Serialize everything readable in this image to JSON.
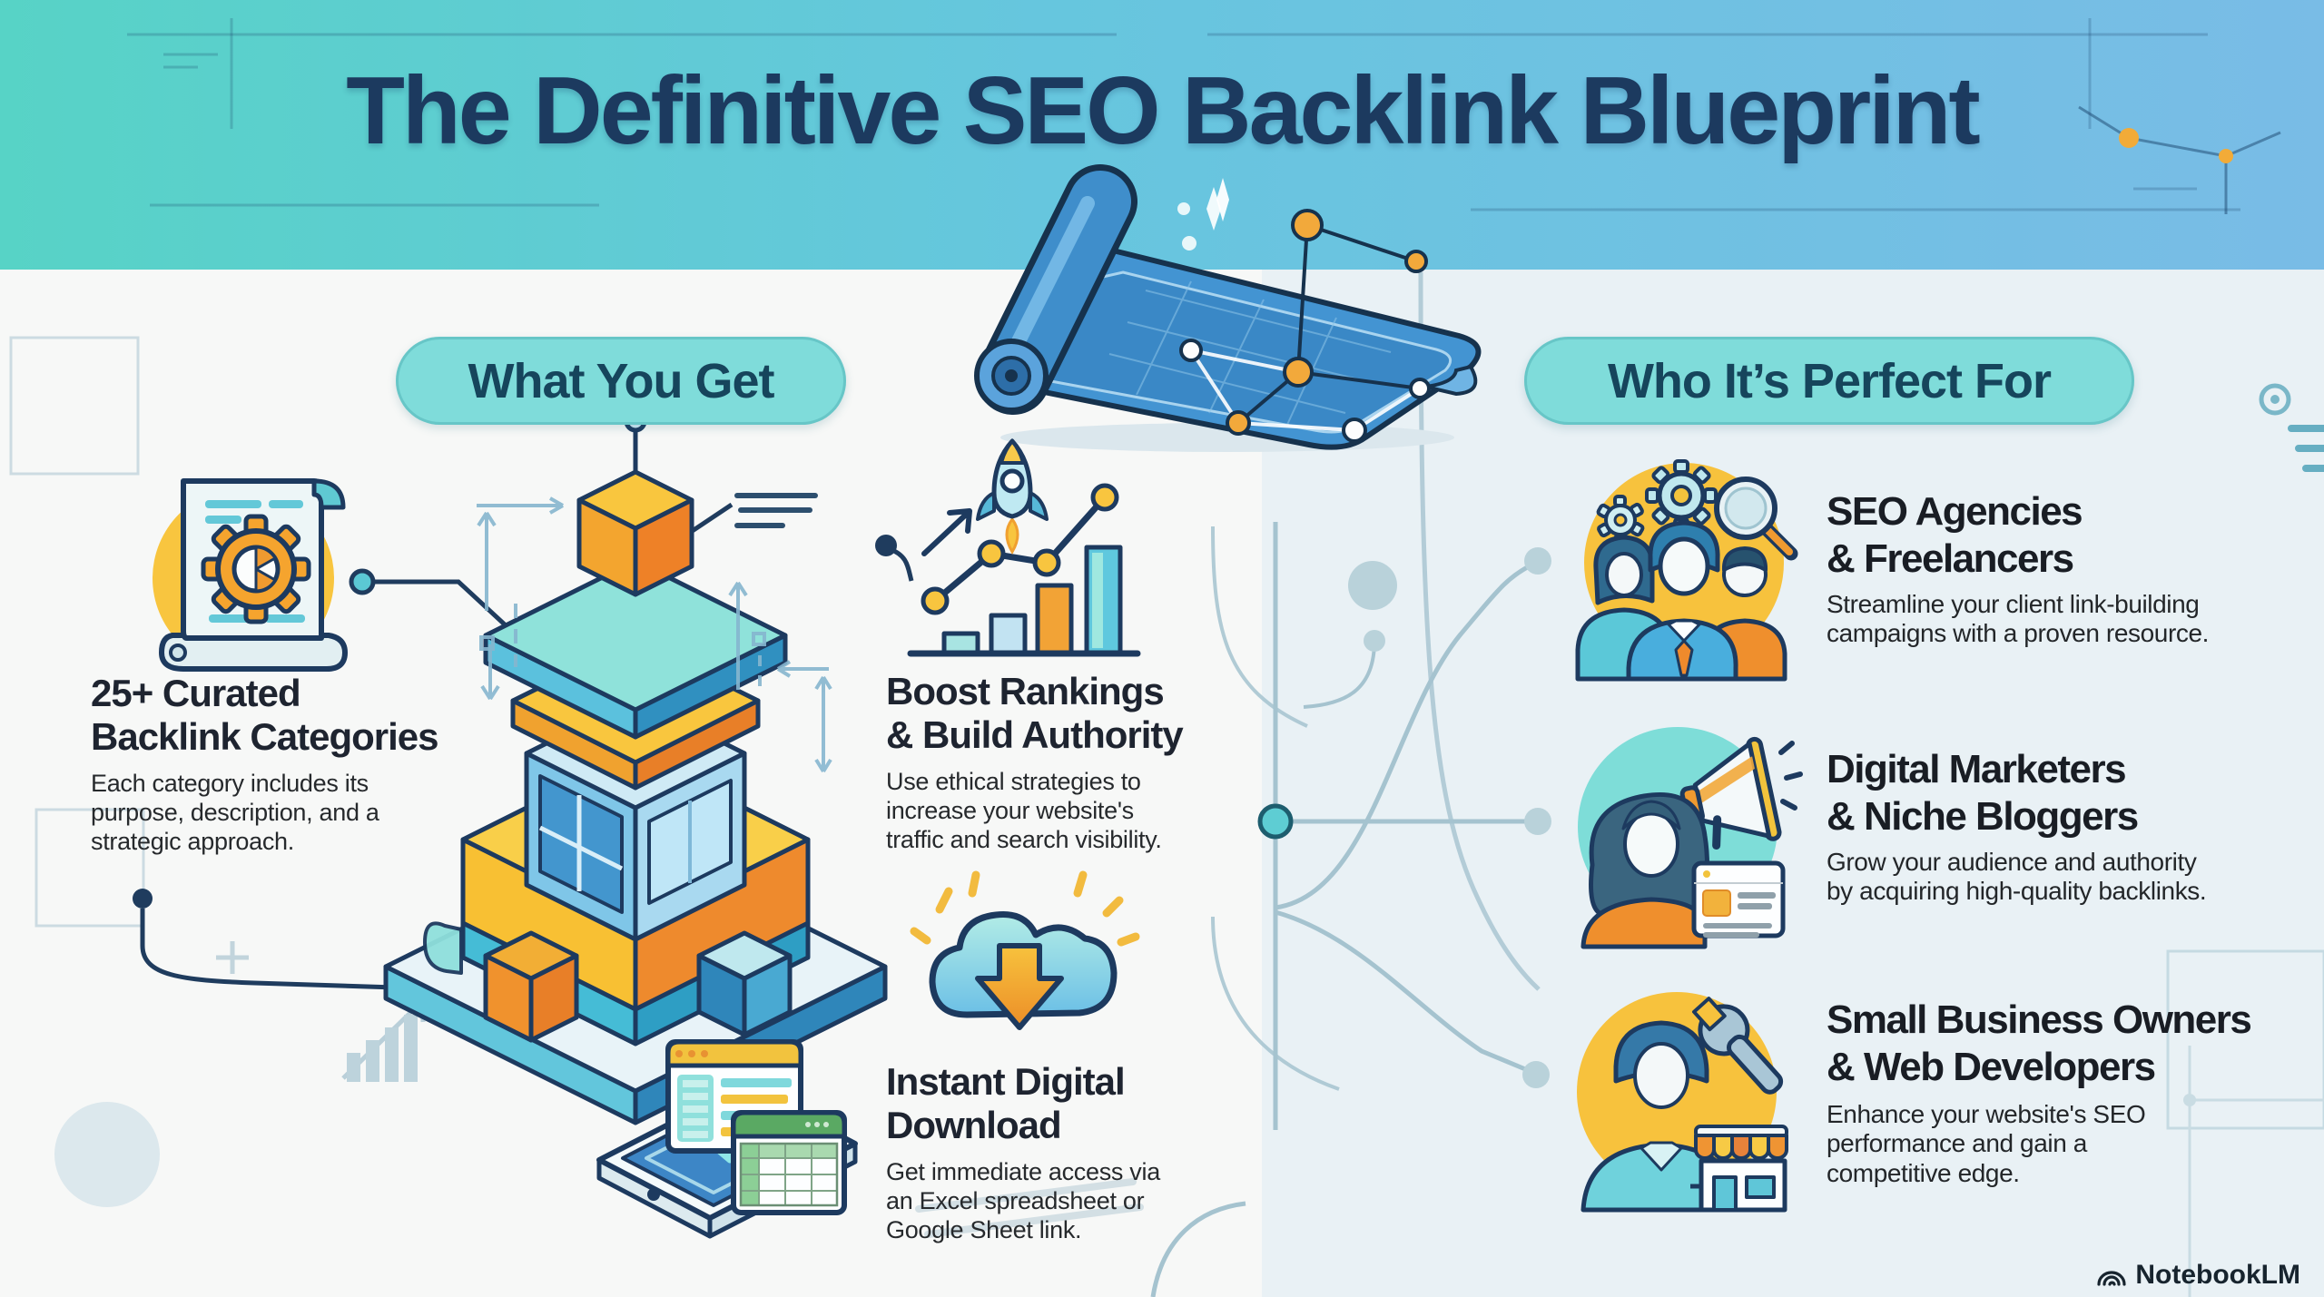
{
  "title": "The Definitive SEO Backlink Blueprint",
  "left": {
    "badge": "What You Get",
    "features": [
      {
        "title": "25+ Curated\nBacklink Categories",
        "description": "Each category includes its\npurpose, description, and a\nstrategic approach."
      },
      {
        "title": "Boost Rankings\n& Build Authority",
        "description": "Use ethical strategies to\nincrease your website's\ntraffic and search visibility."
      },
      {
        "title": "Instant Digital\nDownload",
        "description": "Get immediate access via\nan Excel spreadsheet or\nGoogle Sheet link."
      }
    ]
  },
  "right": {
    "badge": "Who It’s Perfect For",
    "audiences": [
      {
        "title": "SEO Agencies\n& Freelancers",
        "description": "Streamline your client link-building\ncampaigns with a proven resource."
      },
      {
        "title": "Digital Marketers\n& Niche Bloggers",
        "description": "Grow your audience and authority\nby acquiring high-quality backlinks."
      },
      {
        "title": "Small Business Owners\n& Web Developers",
        "description": "Enhance your website's SEO\nperformance and gain a\ncompetitive edge."
      }
    ]
  },
  "watermark": "NotebookLM",
  "icons": {
    "feature_icons": [
      "scroll-gear-icon",
      "rocket-growth-chart-icon",
      "cloud-download-icon"
    ],
    "audience_icons": [
      "team-gears-magnifier-icon",
      "marketer-megaphone-icon",
      "owner-wrench-storefront-icon"
    ],
    "illustrations": [
      "blueprint-scroll-illustration",
      "building-blocks-illustration",
      "tablet-spreadsheet-illustration"
    ],
    "watermark_icon": "notebooklm-logo-icon"
  },
  "colors": {
    "header_gradient_start": "#57d3c6",
    "header_gradient_end": "#79bce6",
    "title_navy": "#1c3a5f",
    "badge_teal": "#7fdcda",
    "accent_yellow": "#f7c23d",
    "accent_orange": "#ef8f2d",
    "accent_teal": "#5fc6d8",
    "accent_blue": "#3d86c6",
    "right_panel_bg": "#e9f1f5"
  }
}
